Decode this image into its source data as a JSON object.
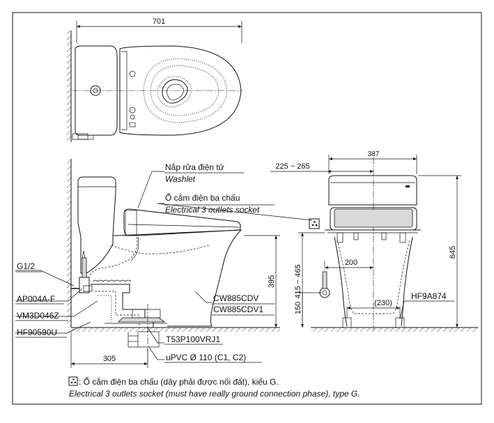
{
  "dimensions": {
    "top_width": "701",
    "tank_depth": "387",
    "offset_range": "225 ~ 265",
    "seat_height": "395",
    "inlet_height_range": "415 ~ 465",
    "total_height": "645",
    "inlet_from_center": "200",
    "center_spacing": "(230)",
    "floor_inlet_height": "150",
    "drain_offset": "305"
  },
  "labels": {
    "washlet_vi": "Nắp rửa điện tử",
    "washlet_en": "Washlet",
    "socket_vi": "Ổ cắm điện ba chấu",
    "socket_en": "Electrical 3 outlets socket",
    "model_1": "CW885CDV",
    "model_2": "CW885CDV1",
    "part_g12": "G1/2",
    "part_ap004": "AP004A-F",
    "part_vm3d": "VM3D046Z",
    "part_hf9059": "HF90590U",
    "part_t53p": "T53P100VRJ1",
    "part_upvc": "uPVC Ø 110 (C1, C2)",
    "part_hf9a": "HF9A874"
  },
  "note": {
    "vi": ": Ổ cắm điện ba chấu (dây phải được nối đất), kiểu G.",
    "en": "Electrical 3 outlets socket (must have really ground connection phase), type G."
  }
}
